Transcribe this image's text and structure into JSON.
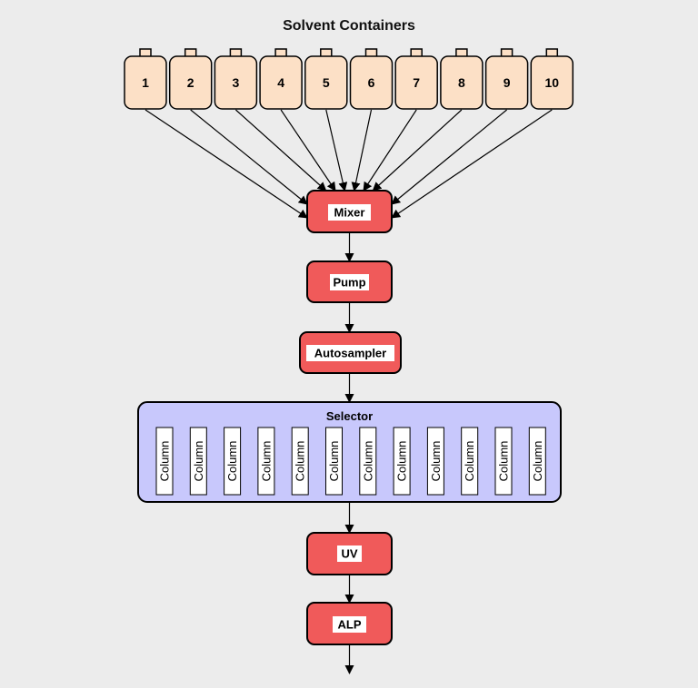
{
  "title": "Solvent Containers",
  "containers": [
    "1",
    "2",
    "3",
    "4",
    "5",
    "6",
    "7",
    "8",
    "9",
    "10"
  ],
  "units": {
    "mixer": "Mixer",
    "pump": "Pump",
    "autosampler": "Autosampler",
    "uv": "UV",
    "alp": "ALP"
  },
  "selector": {
    "label": "Selector",
    "columns": [
      "Column",
      "Column",
      "Column",
      "Column",
      "Column",
      "Column",
      "Column",
      "Column",
      "Column",
      "Column",
      "Column",
      "Column"
    ]
  },
  "colors": {
    "background": "#ececec",
    "container_fill": "#fce0c6",
    "unit_fill": "#f05a5a",
    "selector_fill": "#c8c8fc"
  }
}
